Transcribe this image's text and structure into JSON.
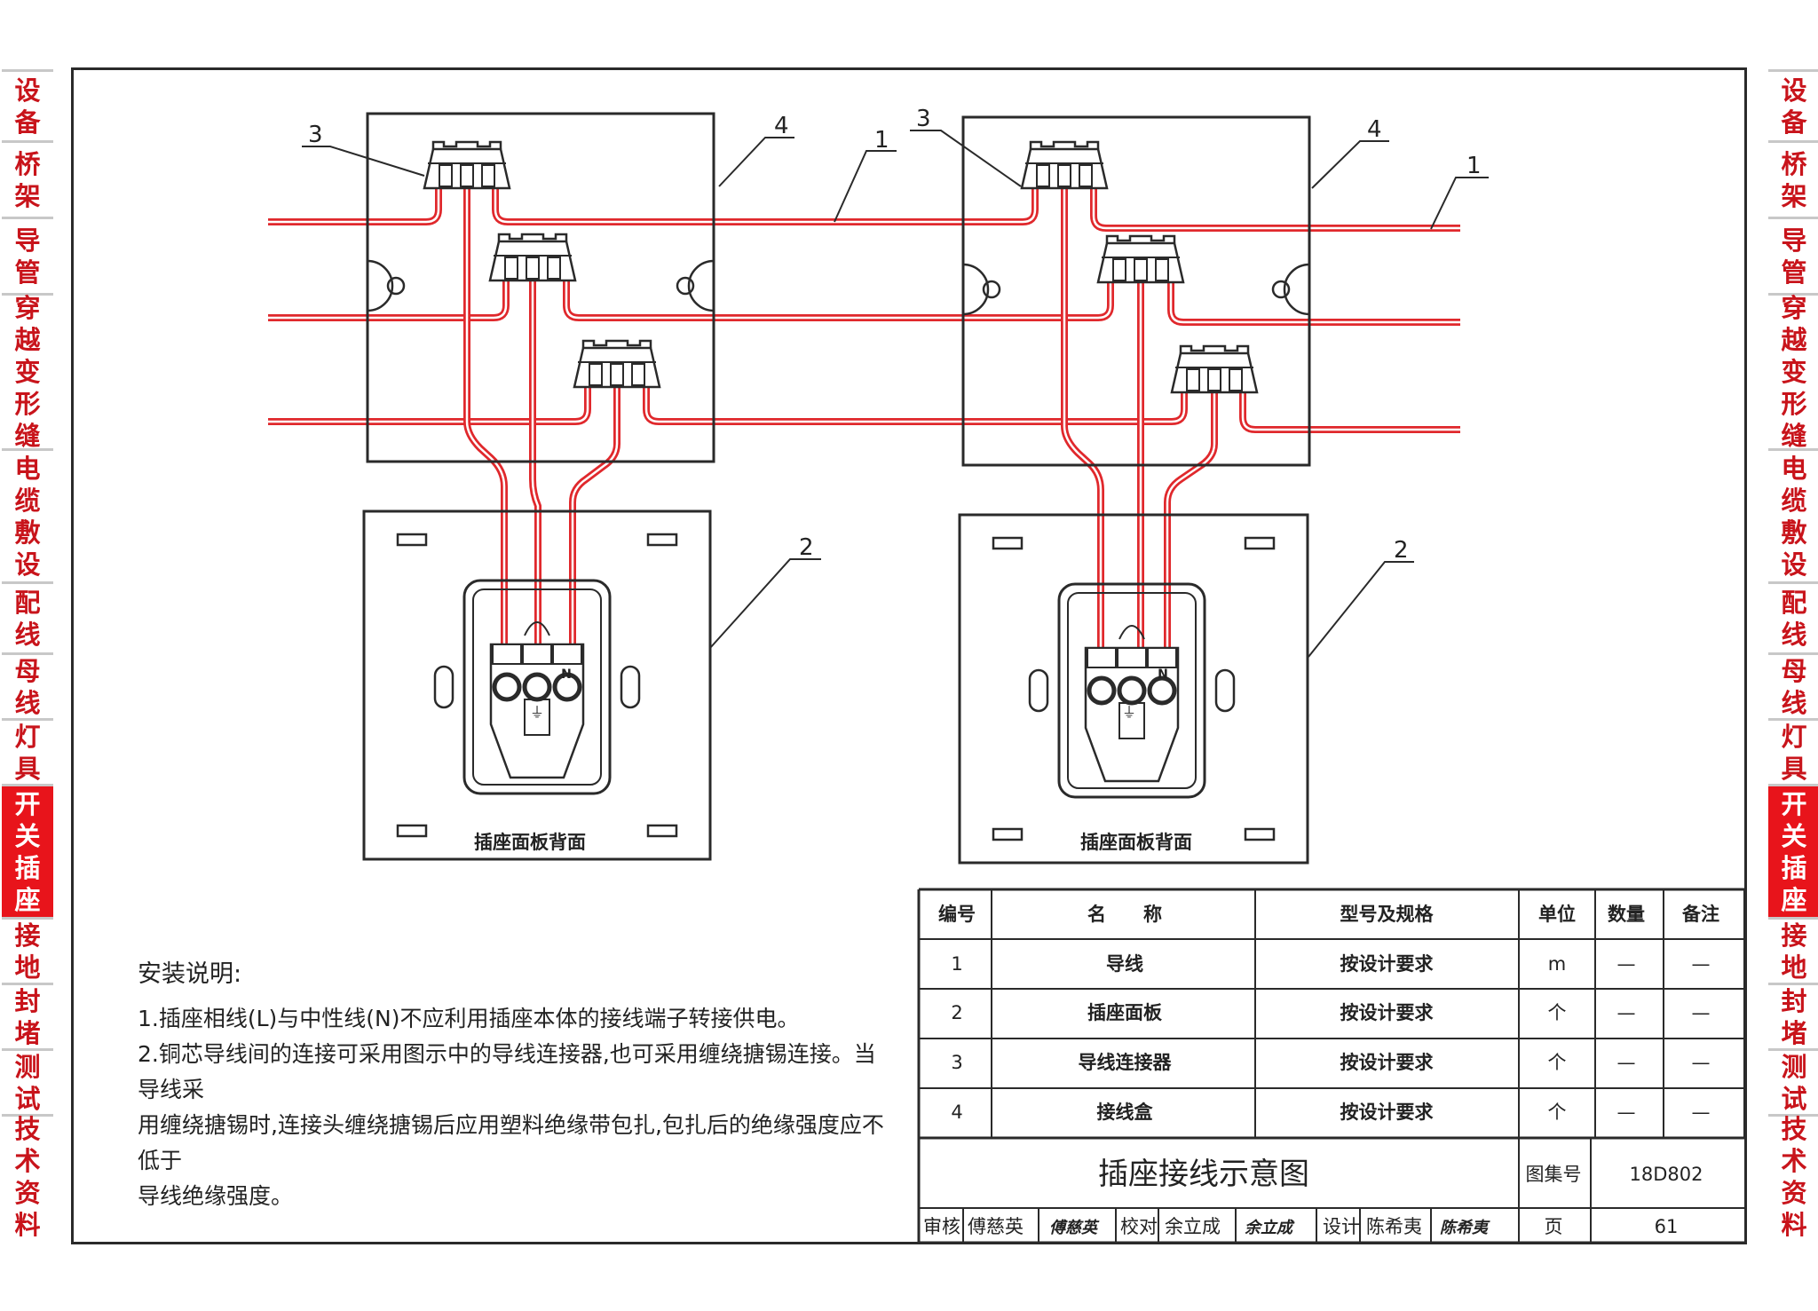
{
  "left_tabs": [
    {
      "label": "设备",
      "active": false
    },
    {
      "label": "桥架",
      "active": false
    },
    {
      "label": "导管",
      "active": false
    },
    {
      "label": "穿越变形缝",
      "active": false
    },
    {
      "label": "电缆敷设",
      "active": false
    },
    {
      "label": "配线",
      "active": false
    },
    {
      "label": "母线",
      "active": false
    },
    {
      "label": "灯具",
      "active": false
    },
    {
      "label": "开关插座",
      "active": true
    },
    {
      "label": "接地",
      "active": false
    },
    {
      "label": "封堵",
      "active": false
    },
    {
      "label": "测试",
      "active": false
    },
    {
      "label": "技术资料",
      "active": false
    }
  ],
  "right_tabs": [
    {
      "label": "设备",
      "active": false
    },
    {
      "label": "桥架",
      "active": false
    },
    {
      "label": "导管",
      "active": false
    },
    {
      "label": "穿越变形缝",
      "active": false
    },
    {
      "label": "电缆敷设",
      "active": false
    },
    {
      "label": "配线",
      "active": false
    },
    {
      "label": "母线",
      "active": false
    },
    {
      "label": "灯具",
      "active": false
    },
    {
      "label": "开关插座",
      "active": true
    },
    {
      "label": "接地",
      "active": false
    },
    {
      "label": "封堵",
      "active": false
    },
    {
      "label": "测试",
      "active": false
    },
    {
      "label": "技术资料",
      "active": false
    }
  ],
  "diagram": {
    "callouts": [
      "3",
      "4",
      "1",
      "2"
    ],
    "panel_caption": "插座面板背面",
    "terminal_n_label": "N",
    "ground_symbol": "⏚"
  },
  "notes": {
    "title": "安装说明:",
    "lines": [
      "1.插座相线(L)与中性线(N)不应利用插座本体的接线端子转接供电。",
      "2.铜芯导线间的连接可采用图示中的导线连接器,也可采用缠绕搪锡连接。当导线采",
      "用缠绕搪锡时,连接头缠绕搪锡后应用塑料绝缘带包扎,包扎后的绝缘强度应不低于",
      "导线绝缘强度。"
    ]
  },
  "parts_table": {
    "headers": [
      "编号",
      "名　　称",
      "型号及规格",
      "单位",
      "数量",
      "备注"
    ],
    "rows": [
      [
        "1",
        "导线",
        "按设计要求",
        "m",
        "—",
        "—"
      ],
      [
        "2",
        "插座面板",
        "按设计要求",
        "个",
        "—",
        "—"
      ],
      [
        "3",
        "导线连接器",
        "按设计要求",
        "个",
        "—",
        "—"
      ],
      [
        "4",
        "接线盒",
        "按设计要求",
        "个",
        "—",
        "—"
      ]
    ]
  },
  "title_block": {
    "drawing_title": "插座接线示意图",
    "atlas_label": "图集号",
    "atlas_number": "18D802",
    "review_label": "审核",
    "reviewer": "傅慈英",
    "reviewer_signature": "傅慈英",
    "check_label": "校对",
    "checker": "余立成",
    "checker_signature": "余立成",
    "design_label": "设计",
    "designer": "陈希夷",
    "designer_signature": "陈希夷",
    "page_label": "页",
    "page_number": "61"
  },
  "colors": {
    "wire": "#e0282c",
    "line": "#2a2a2a",
    "tab_text": "#c8141b",
    "tab_active": "#e8141b"
  }
}
